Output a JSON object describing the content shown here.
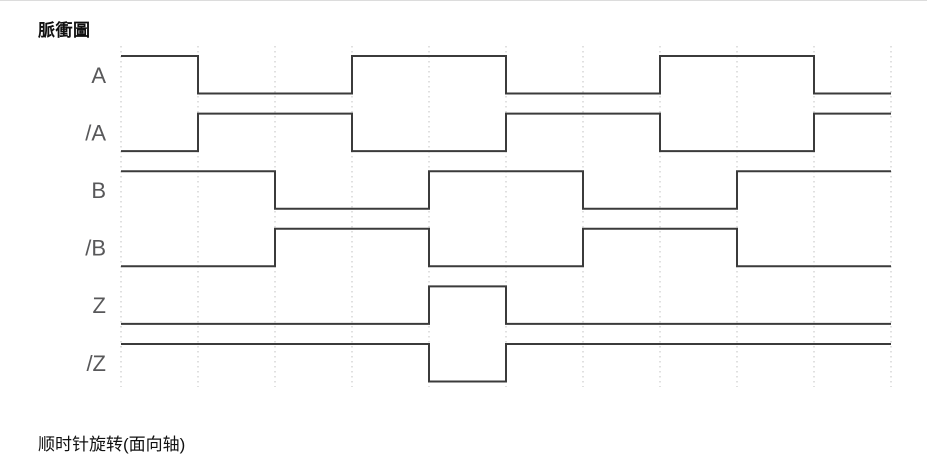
{
  "title": "脈衝圖",
  "caption": "顺时针旋转(面向轴)",
  "colors": {
    "background": "#ffffff",
    "top_border": "#dcdcdc",
    "waveform": "#3b3b3b",
    "signal_label": "#58585a",
    "grid_line": "#cbcbcb",
    "text": "#111111"
  },
  "chart_data": {
    "type": "timing-diagram",
    "title": "脈衝圖",
    "annotation": "顺时针旋转(面向轴)",
    "time_units": 10,
    "grid_tick_count": 11,
    "grid_style": "dotted-vertical",
    "signals": [
      {
        "name": "A",
        "levels": [
          1,
          0,
          0,
          1,
          1,
          0,
          0,
          1,
          1,
          0
        ]
      },
      {
        "name": "/A",
        "levels": [
          0,
          1,
          1,
          0,
          0,
          1,
          1,
          0,
          0,
          1
        ]
      },
      {
        "name": "B",
        "levels": [
          1,
          1,
          0,
          0,
          1,
          1,
          0,
          0,
          1,
          1
        ]
      },
      {
        "name": "/B",
        "levels": [
          0,
          0,
          1,
          1,
          0,
          0,
          1,
          1,
          0,
          0
        ]
      },
      {
        "name": "Z",
        "levels": [
          0,
          0,
          0,
          0,
          1,
          0,
          0,
          0,
          0,
          0
        ]
      },
      {
        "name": "/Z",
        "levels": [
          1,
          1,
          1,
          1,
          0,
          1,
          1,
          1,
          1,
          1
        ]
      }
    ]
  }
}
